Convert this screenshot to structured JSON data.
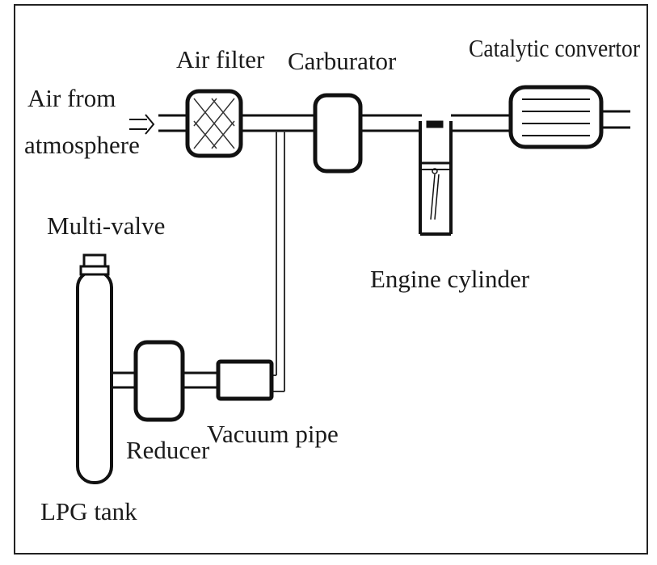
{
  "labels": {
    "air_from_line1": "Air from",
    "air_from_line2": "atmosphere",
    "air_filter": "Air filter",
    "carburator": "Carburator",
    "catalytic_convertor": "Catalytic convertor",
    "engine_cylinder": "Engine cylinder",
    "multi_valve": "Multi-valve",
    "lpg_tank": "LPG tank",
    "reducer": "Reducer",
    "vacuum_pipe": "Vacuum pipe"
  },
  "colors": {
    "line": "#111111",
    "frame": "#222222",
    "pipe_fill": "#ffffff"
  }
}
